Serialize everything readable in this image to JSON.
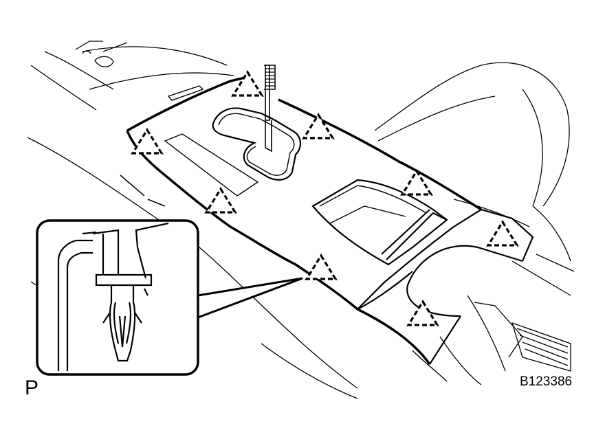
{
  "figure": {
    "view_label": "P",
    "figure_id": "B123386"
  },
  "illustration": {
    "subject": "console-panel-clip-locations",
    "icons": [
      "clip-marker-icon",
      "clip-detail-callout"
    ],
    "line_color": "#000000",
    "background_color": "#ffffff"
  }
}
